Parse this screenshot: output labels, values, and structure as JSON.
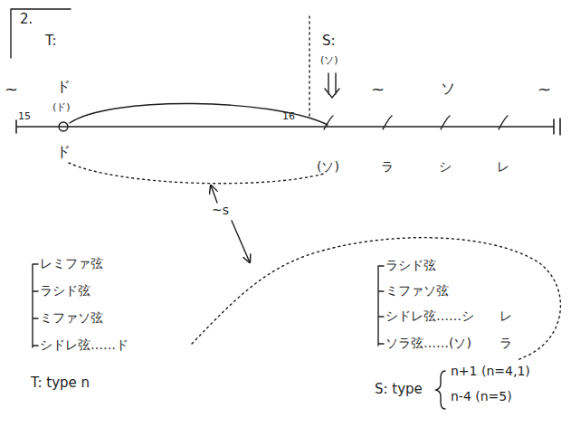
{
  "diagram": {
    "labels": [
      "2.",
      "T:",
      "~",
      "ド",
      "(ド)",
      "15",
      "ド",
      "16",
      "S:",
      "(ソ)",
      "~",
      "ソ",
      "~",
      "(ソ)",
      "ラ",
      "シ",
      "レ",
      "~s",
      "レミファ弦",
      "ラシド弦",
      "ミファソ弦",
      "シドレ弦……ド",
      "ラシド弦",
      "ミファソ弦",
      "シドレ弦……シ",
      "レ",
      "ソラ弦……(ソ)",
      "ラ",
      "T: type n",
      "S: type",
      "n+1 (n=4,1)",
      "n-4 (n=5)"
    ]
  }
}
